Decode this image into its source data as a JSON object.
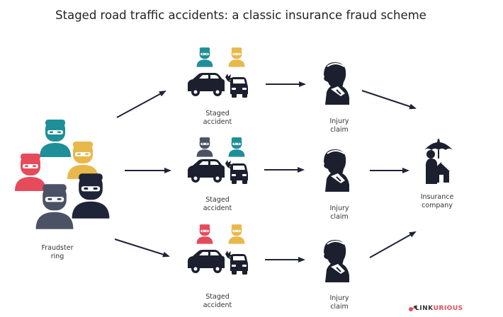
{
  "title": "Staged road traffic accidents: a classic insurance fraud scheme",
  "labels": {
    "fraudster_line1": "Fraudster",
    "fraudster_line2": "ring",
    "staged_line1": "Staged",
    "staged_line2": "accident",
    "injury_line1": "Injury",
    "injury_line2": "claim",
    "insurance_line1": "Insurance",
    "insurance_line2": "company"
  },
  "brand": {
    "prefix": "LINK",
    "suffix": "URIOUS"
  },
  "colors": {
    "teal": "#1e8f98",
    "yellow": "#e9b84a",
    "red": "#e64b5b",
    "slate": "#4b5266",
    "navy": "#1f2438",
    "dark": "#1b1f2e",
    "arrow": "#1f2438"
  },
  "icons": {
    "person": "masked-person-icon",
    "car_crash": "car-crash-icon",
    "injured": "injured-person-icon",
    "insurance": "insurance-umbrella-house-icon"
  }
}
